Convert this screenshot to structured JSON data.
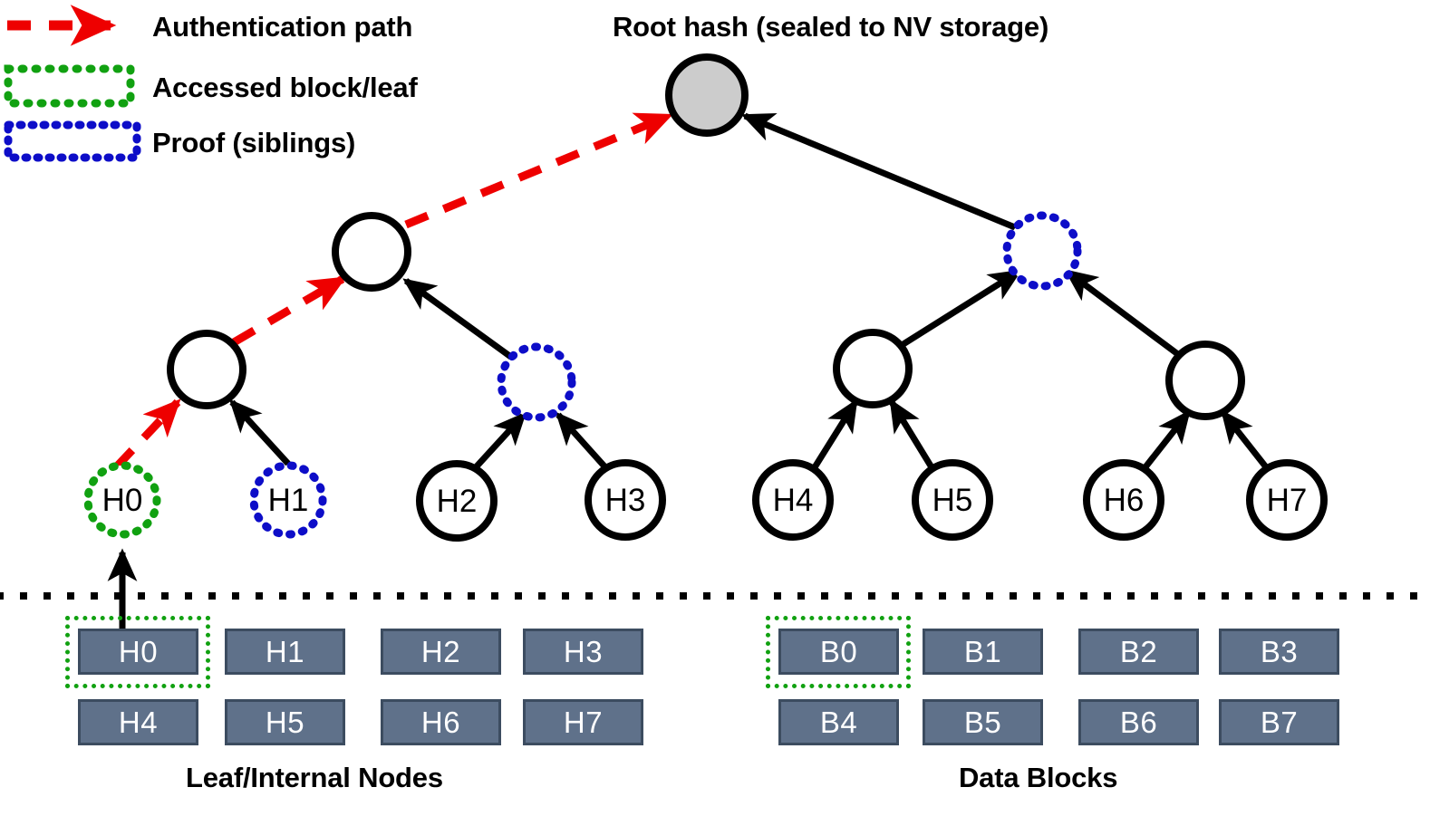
{
  "legend": {
    "items": [
      {
        "id": "auth-path",
        "label": "Authentication path",
        "style": "dashed-arrow",
        "color": "#ee0000"
      },
      {
        "id": "accessed",
        "label": "Accessed block/leaf",
        "style": "dotted-box",
        "color": "#11a111"
      },
      {
        "id": "proof",
        "label": "Proof (siblings)",
        "style": "dotted-box",
        "color": "#0d0dc8"
      }
    ]
  },
  "headings": {
    "root_title": "Root hash (sealed to NV storage)",
    "left_group": "Leaf/Internal Nodes",
    "right_group": "Data Blocks"
  },
  "tree": {
    "root": {
      "id": "root",
      "label": "",
      "style": "filled-gray"
    },
    "level2": [
      {
        "id": "n-l2-left",
        "label": "",
        "style": "solid"
      },
      {
        "id": "n-l2-right",
        "label": "",
        "style": "proof-dotted"
      }
    ],
    "level3": [
      {
        "id": "n-l3-0",
        "label": "",
        "style": "solid"
      },
      {
        "id": "n-l3-1",
        "label": "",
        "style": "proof-dotted"
      },
      {
        "id": "n-l3-2",
        "label": "",
        "style": "solid"
      },
      {
        "id": "n-l3-3",
        "label": "",
        "style": "solid"
      }
    ],
    "leaves": [
      {
        "id": "leaf-h0",
        "label": "H0",
        "style": "accessed-dotted"
      },
      {
        "id": "leaf-h1",
        "label": "H1",
        "style": "proof-dotted"
      },
      {
        "id": "leaf-h2",
        "label": "H2",
        "style": "solid"
      },
      {
        "id": "leaf-h3",
        "label": "H3",
        "style": "solid"
      },
      {
        "id": "leaf-h4",
        "label": "H4",
        "style": "solid"
      },
      {
        "id": "leaf-h5",
        "label": "H5",
        "style": "solid"
      },
      {
        "id": "leaf-h6",
        "label": "H6",
        "style": "solid"
      },
      {
        "id": "leaf-h7",
        "label": "H7",
        "style": "solid"
      }
    ]
  },
  "storage": {
    "hash_blocks": {
      "row1": [
        "H0",
        "H1",
        "H2",
        "H3"
      ],
      "row2": [
        "H4",
        "H5",
        "H6",
        "H7"
      ],
      "highlighted": "H0"
    },
    "data_blocks": {
      "row1": [
        "B0",
        "B1",
        "B2",
        "B3"
      ],
      "row2": [
        "B4",
        "B5",
        "B6",
        "B7"
      ],
      "highlighted": "B0"
    }
  },
  "colors": {
    "auth_path": "#ee0000",
    "accessed": "#11a111",
    "proof": "#0d0dc8",
    "block_fill": "#5f718a",
    "block_border": "#3c4c60",
    "root_fill": "#cccccc",
    "edge": "#000000"
  }
}
